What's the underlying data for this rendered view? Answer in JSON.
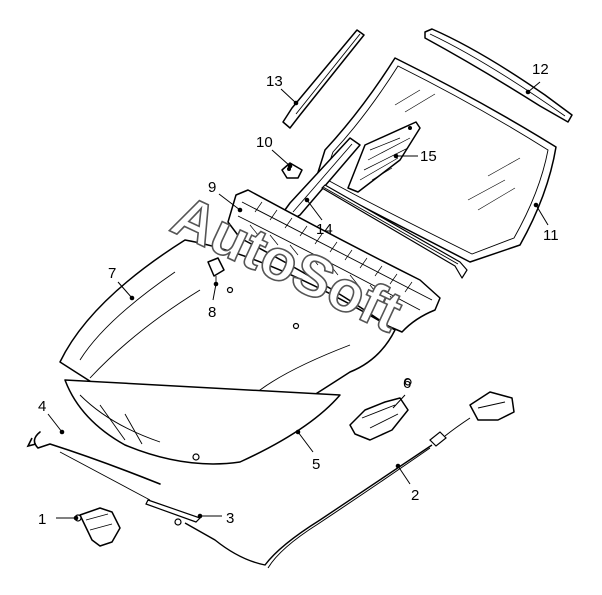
{
  "callouts": {
    "c1": "1",
    "c2": "2",
    "c3": "3",
    "c4": "4",
    "c5": "5",
    "c6": "6",
    "c7": "7",
    "c8": "8",
    "c9": "9",
    "c10": "10",
    "c11": "11",
    "c12": "12",
    "c13": "13",
    "c14": "14",
    "c15": "15"
  },
  "watermark": "AutoSoft",
  "colors": {
    "line": "#000000",
    "background": "#ffffff",
    "watermark_stroke": "#555555"
  }
}
